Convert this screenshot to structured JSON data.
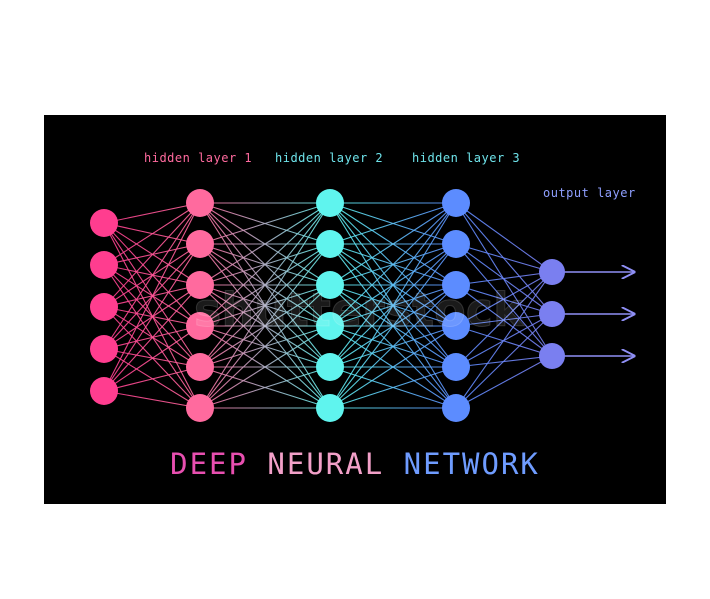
{
  "labels": {
    "hidden1": "hidden layer 1",
    "hidden2": "hidden layer 2",
    "hidden3": "hidden layer 3",
    "output": "output layer"
  },
  "title": {
    "part1": "DEEP",
    "part2": "NEURAL",
    "part3": "NETWORK"
  },
  "watermark": "shutterstock",
  "colors": {
    "background": "#000000",
    "input": "#ff3d8f",
    "hidden1": "#ff6a9e",
    "hidden2": "#5ff4ee",
    "hidden3": "#5c8cff",
    "output": "#7a7ff0",
    "label_pink": "#ff6a9e",
    "label_cyan": "#6ee3ea",
    "label_blue": "#8f9fff",
    "title1": "#e84fb0",
    "title2": "#f2a0c8",
    "title3": "#6f9cff"
  },
  "network": {
    "layers": [
      {
        "name": "input",
        "nodes": 5
      },
      {
        "name": "hidden1",
        "nodes": 6
      },
      {
        "name": "hidden2",
        "nodes": 6
      },
      {
        "name": "hidden3",
        "nodes": 6
      },
      {
        "name": "output",
        "nodes": 3
      }
    ],
    "output_arrows": 3
  }
}
